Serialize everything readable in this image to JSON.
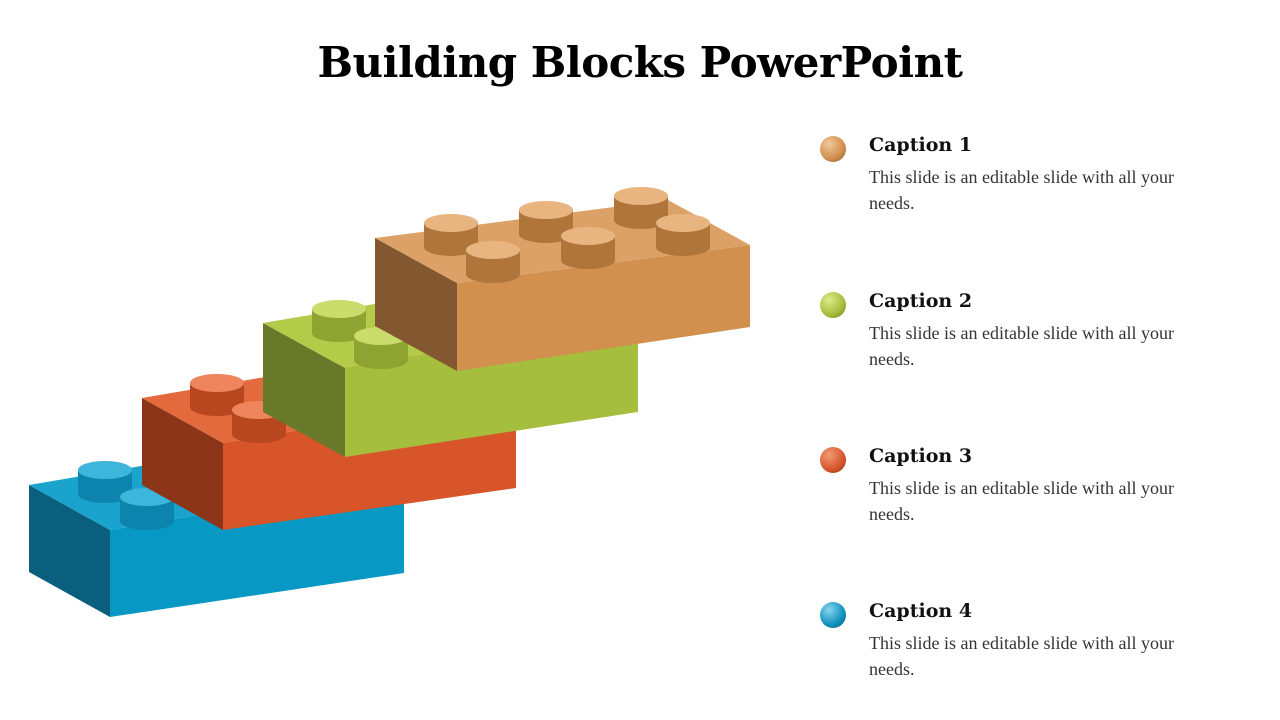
{
  "title": "Building Blocks PowerPoint",
  "colors": {
    "orange": "#D08F4E",
    "green": "#A5BD3C",
    "red": "#D6552A",
    "blue": "#0E91BD"
  },
  "captions": [
    {
      "title": "Caption 1",
      "text": "This slide is an editable slide with all your needs.",
      "color": "#D08F4E"
    },
    {
      "title": "Caption 2",
      "text": "This slide is an editable slide with all your needs.",
      "color": "#A5BD3C"
    },
    {
      "title": "Caption 3",
      "text": "This slide is an editable slide with all your needs.",
      "color": "#D6552A"
    },
    {
      "title": "Caption 4",
      "text": "This slide is an editable slide with all your needs.",
      "color": "#0E91BD"
    }
  ]
}
